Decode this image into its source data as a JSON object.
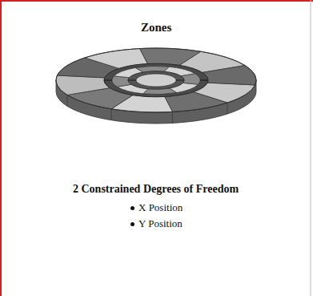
{
  "diagram": {
    "title": "Zones",
    "labels": [
      "2 Constrained Degrees of Freedom",
      "X Position",
      "Y Position"
    ]
  }
}
